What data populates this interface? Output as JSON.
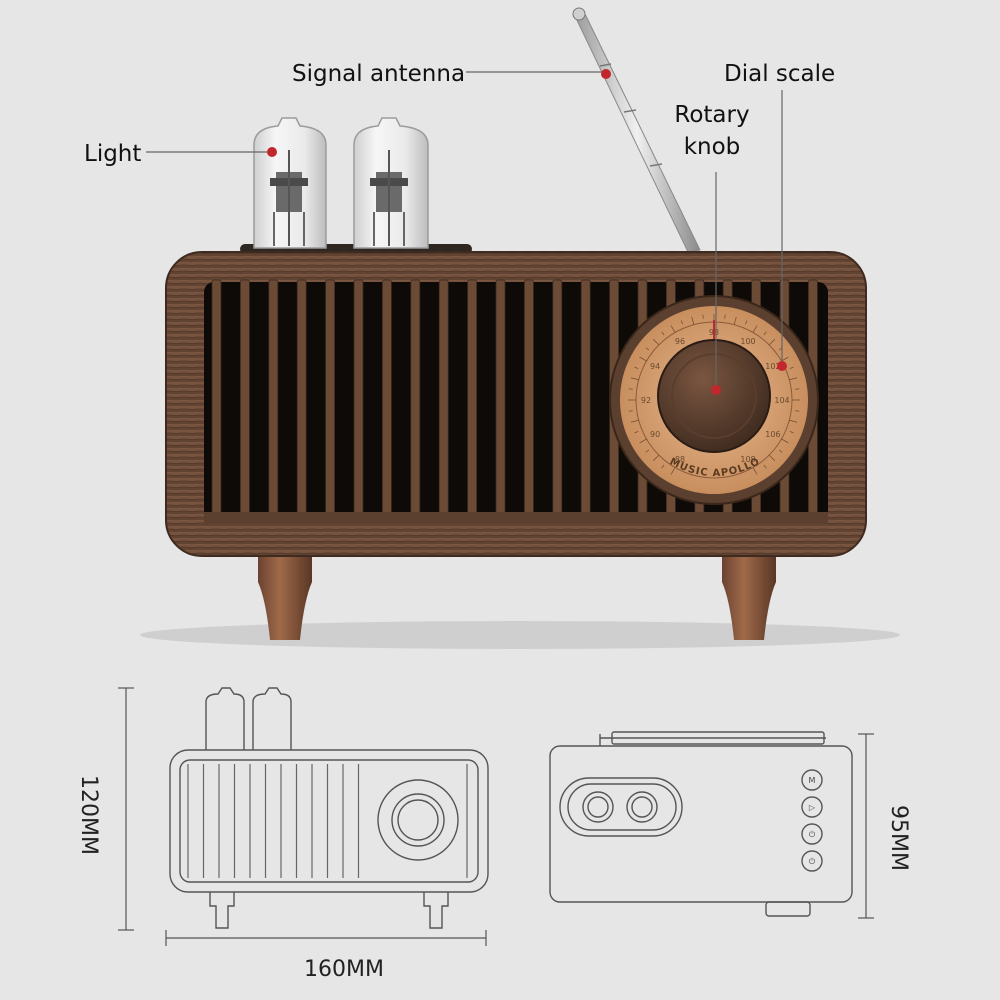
{
  "labels": {
    "light": "Light",
    "antenna": "Signal antenna",
    "dial_scale": "Dial scale",
    "rotary_line1": "Rotary",
    "rotary_line2": "knob"
  },
  "brand": "MUSIC APOLLO",
  "dial_numbers": [
    "88",
    "90",
    "92",
    "94",
    "96",
    "98",
    "100",
    "102",
    "104",
    "106",
    "108"
  ],
  "dimensions": {
    "height": "120MM",
    "width": "160MM",
    "depth": "95MM"
  },
  "back_buttons": [
    "M",
    "▷",
    "⏻",
    "⏻"
  ],
  "colors": {
    "background": "#e6e6e6",
    "wood": "#6b4a36",
    "wood_dark": "#3e2a1f",
    "dial_face": "#d9a77a",
    "marker": "#c2272d",
    "line_art": "#555555"
  }
}
